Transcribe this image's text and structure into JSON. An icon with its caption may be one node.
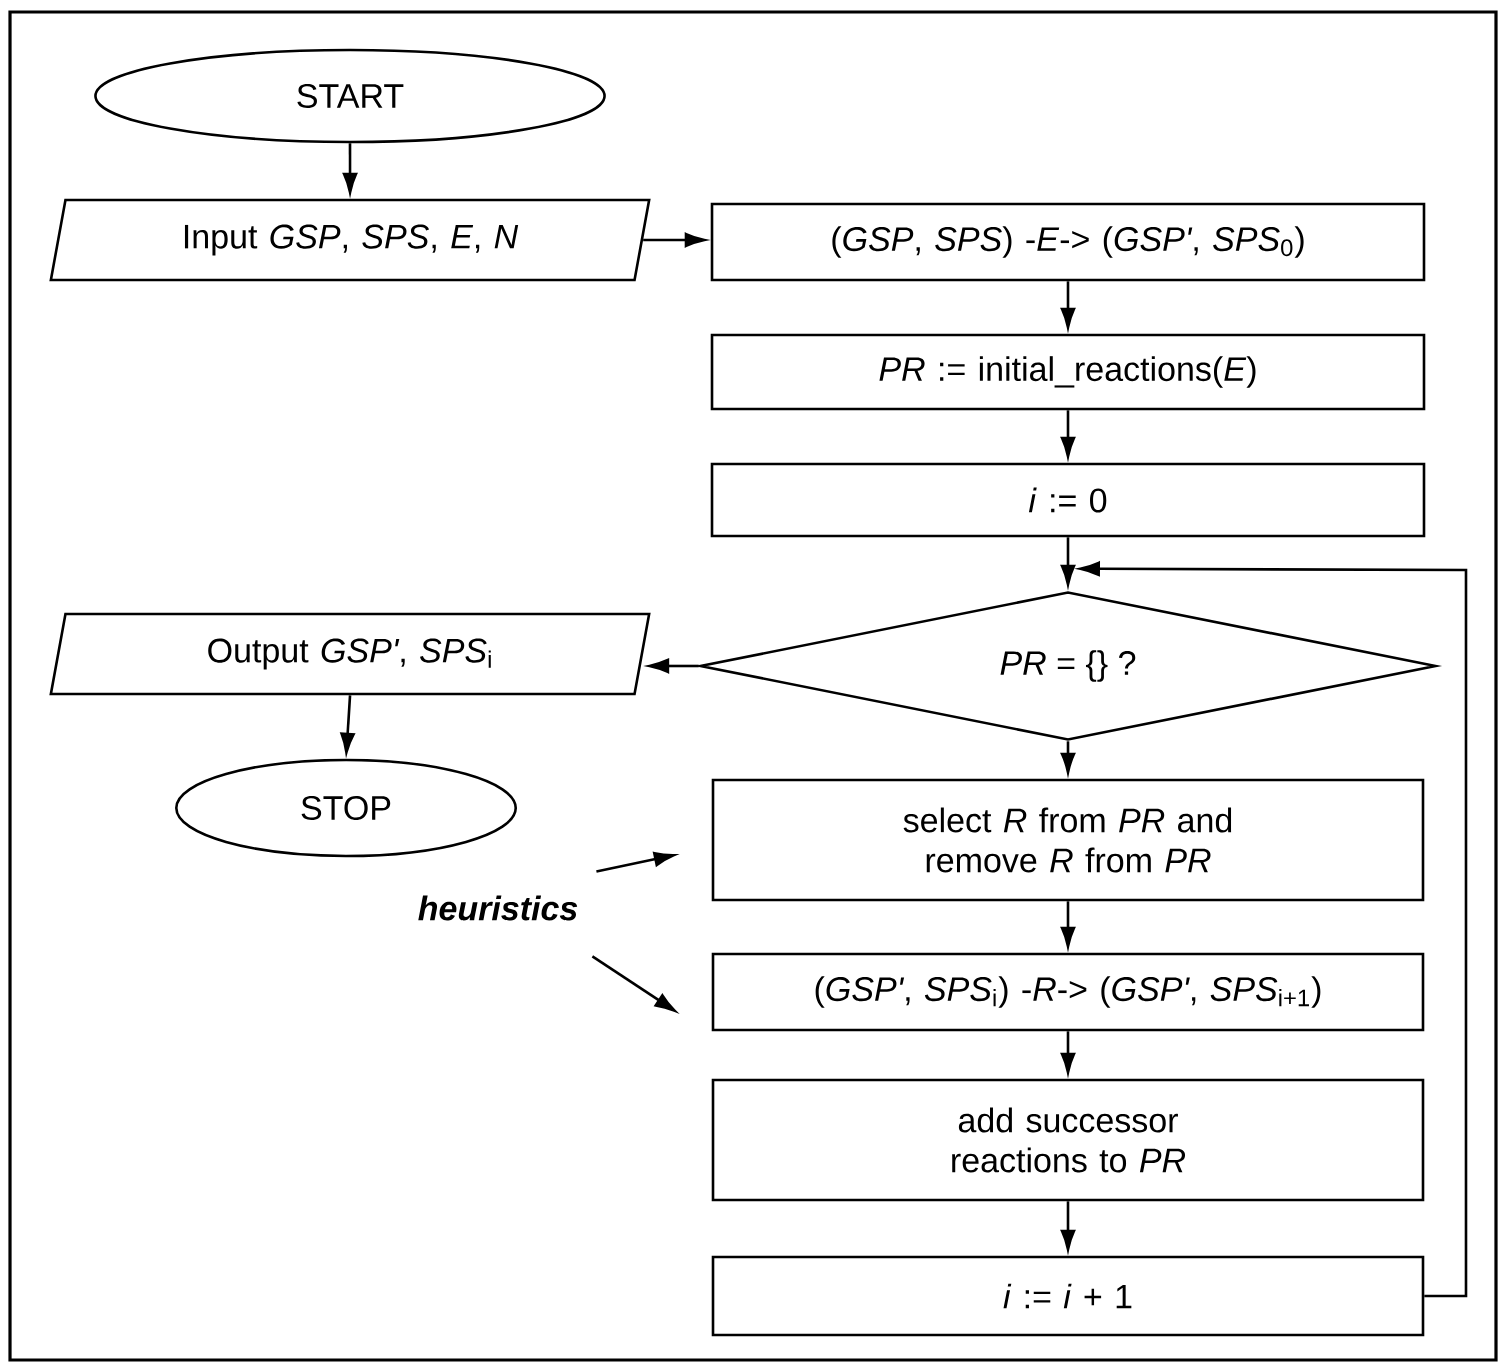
{
  "diagram": {
    "nodes": [
      {
        "text": [
          "START"
        ]
      },
      {
        "text": [
          "Input *GSP*, *SPS*, *E*, *N*"
        ]
      },
      {
        "text": [
          "(*GSP*, *SPS*) -*E*-> (*GSP'*, *SPS*$_{0}$)"
        ]
      },
      {
        "text": [
          "*PR* := initial_reactions(*E*)"
        ]
      },
      {
        "text": [
          "*i* := 0"
        ]
      },
      {
        "text": [
          "*PR* = {} ?"
        ]
      },
      {
        "text": [
          "Output *GSP'*, *SPS*$_{i}$"
        ]
      },
      {
        "text": [
          "STOP"
        ]
      },
      {
        "text": [
          "select *R* from *PR* and remove *R* from *PR*"
        ]
      },
      {
        "text": [
          "(*GSP'*, *SPS*$_{i}$) -*R*-> (*GSP'*, *SPS*$_{i+1}$)"
        ]
      },
      {
        "text": [
          "add successor reactions to *PR*"
        ]
      },
      {
        "text": [
          "*i* := *i* + 1"
        ]
      },
      {
        "text": [
          "heuristics"
        ]
      }
    ],
    "edges": [
      {
        "from": 0,
        "to": 1,
        "arrow": "to"
      },
      {
        "from": 1,
        "to": 2,
        "arrow": "to"
      },
      {
        "from": 2,
        "to": 3,
        "arrow": "to"
      },
      {
        "from": 3,
        "to": 4,
        "arrow": "to"
      },
      {
        "from": 4,
        "to": 5,
        "arrow": "to"
      },
      {
        "from": 5,
        "to": 6,
        "arrow": "to"
      },
      {
        "from": 6,
        "to": 7,
        "arrow": "to"
      },
      {
        "from": 5,
        "to": 8,
        "arrow": "to"
      },
      {
        "from": 8,
        "to": 9,
        "arrow": "to"
      },
      {
        "from": 9,
        "to": 10,
        "arrow": "to"
      },
      {
        "from": 10,
        "to": 11,
        "arrow": "to"
      },
      {
        "from": 11,
        "to": 5,
        "arrow": "to"
      },
      {
        "from": 12,
        "to": 8,
        "arrow": "to"
      },
      {
        "from": 12,
        "to": 9,
        "arrow": "to"
      }
    ]
  }
}
